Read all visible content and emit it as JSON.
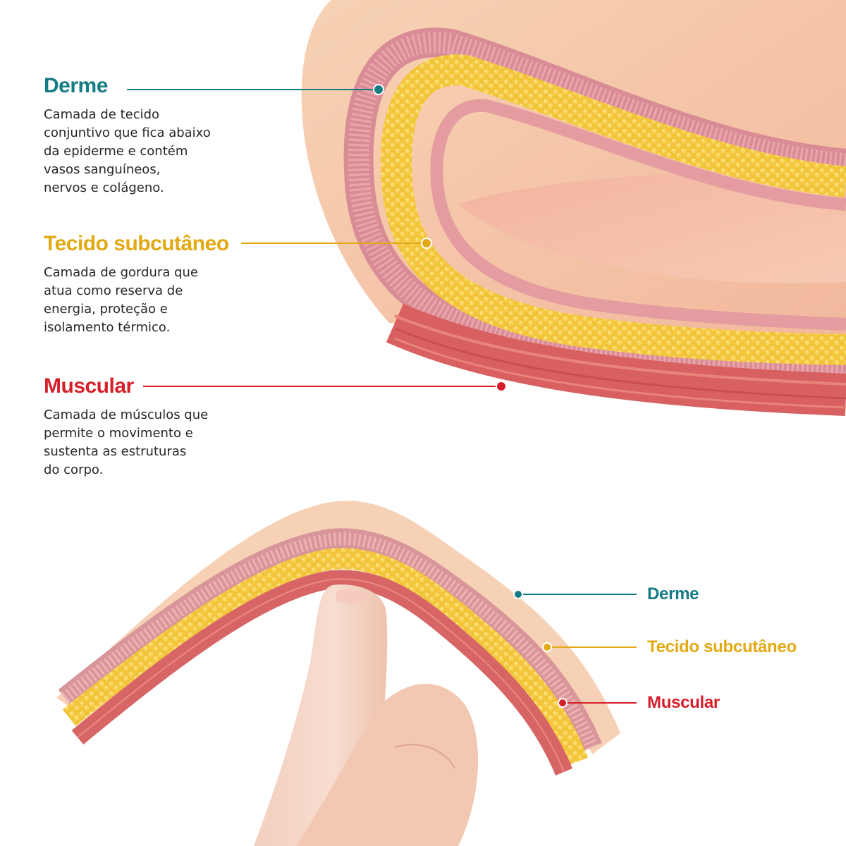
{
  "colors": {
    "derme": "#157c84",
    "subcutaneo": "#e3a913",
    "muscular": "#d71f2a"
  },
  "callouts": [
    {
      "key": "derme",
      "title": "Derme",
      "lines": [
        "Camada de tecido",
        "conjuntivo que fica abaixo",
        "da epiderme e contém",
        "vasos sanguíneos,",
        "nervos e colágeno."
      ]
    },
    {
      "key": "subcutaneo",
      "title": "Tecido subcutâneo",
      "lines": [
        "Camada de gordura que",
        "atua como reserva de",
        "energia, proteção e",
        "isolamento térmico."
      ]
    },
    {
      "key": "muscular",
      "title": "Muscular",
      "lines": [
        "Camada de músculos que",
        "permite o movimento e",
        "sustenta as estruturas",
        "do corpo."
      ]
    }
  ],
  "bottom_labels": [
    "Derme",
    "Tecido subcutâneo",
    "Muscular"
  ]
}
